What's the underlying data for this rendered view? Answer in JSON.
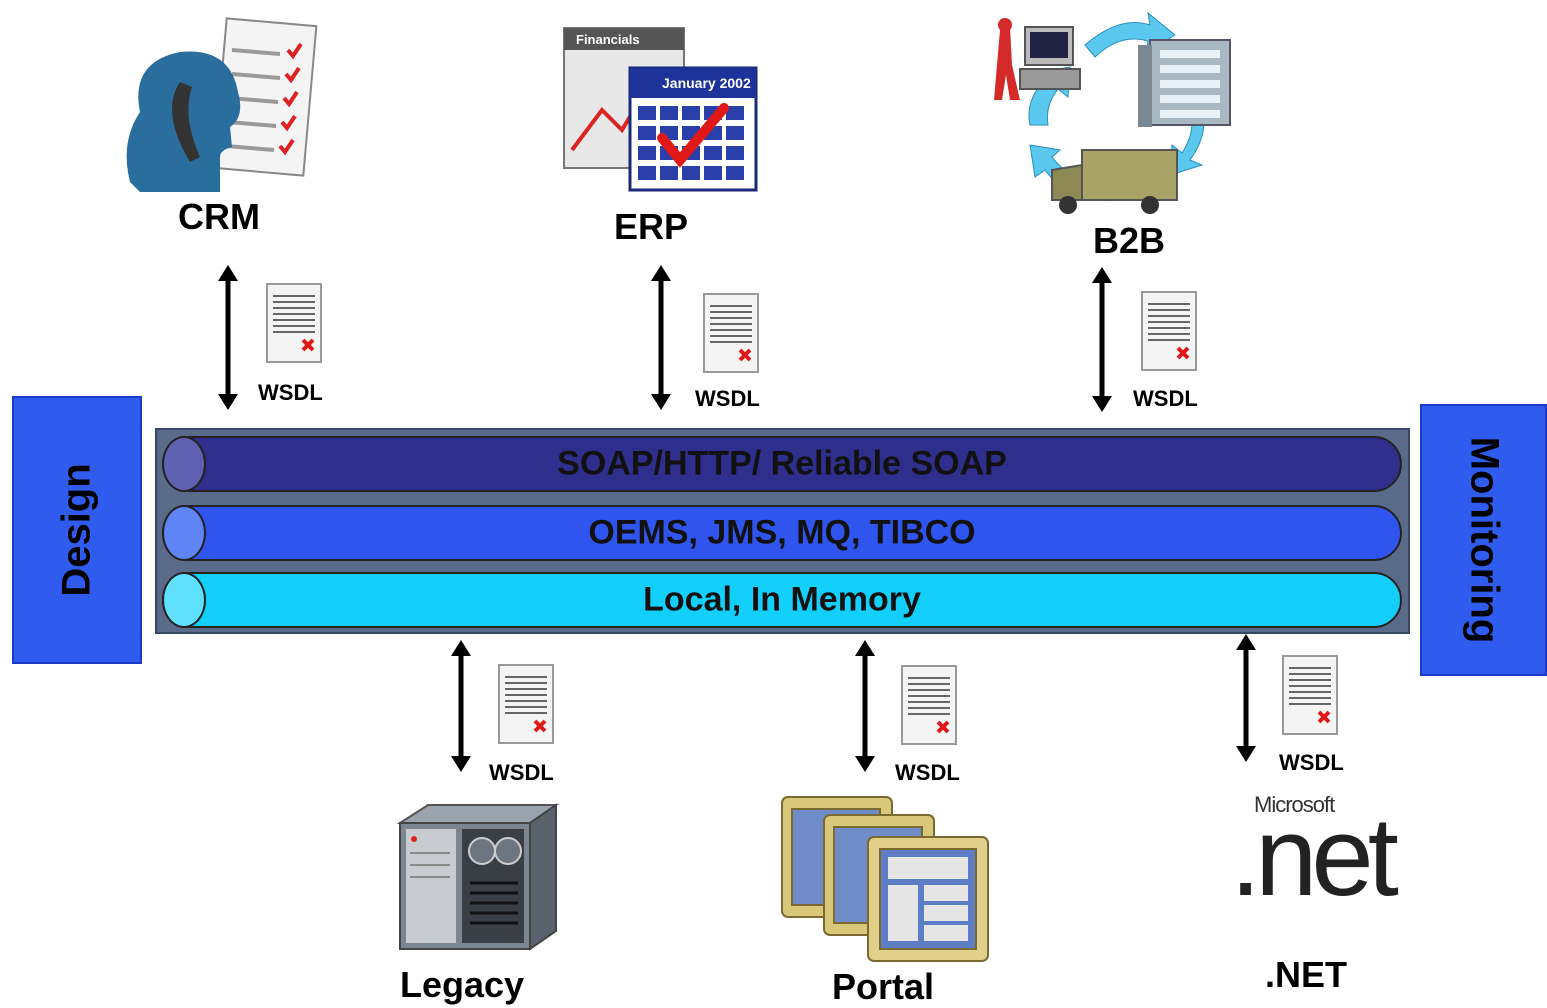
{
  "nodes": {
    "crm": "CRM",
    "erp": "ERP",
    "b2b": "B2B",
    "legacy": "Legacy",
    "portal": "Portal",
    "net": ".NET"
  },
  "wsdl_label": "WSDL",
  "bus": {
    "layer1": "SOAP/HTTP/ Reliable SOAP",
    "layer2": "OEMS, JMS, MQ, TIBCO",
    "layer3": "Local, In Memory"
  },
  "side": {
    "left": "Design",
    "right": "Monitoring"
  },
  "icons": {
    "erp_top": "Financials",
    "erp_calendar": "January 2002",
    "net_brand": "Microsoft",
    "net_logo": ".net"
  },
  "colors": {
    "layer1": "#2e2f8c",
    "layer2": "#2f55ee",
    "layer3": "#12cffc",
    "side_box": "#2f5bee"
  }
}
